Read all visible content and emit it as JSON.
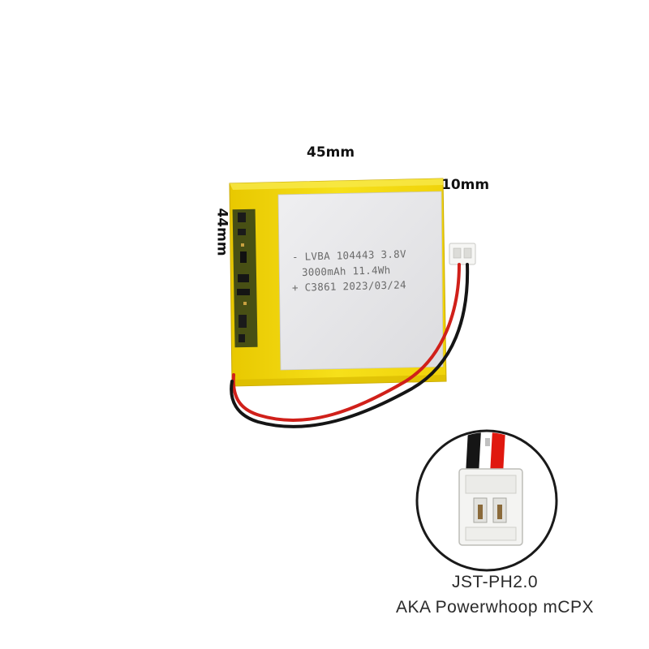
{
  "dimensions": {
    "width_label": "45mm",
    "height_label": "44mm",
    "thickness_label": "10mm"
  },
  "battery_label": {
    "line1": "- LVBA 104443 3.8V",
    "line2": "3000mAh 11.4Wh",
    "line3": "+ C3861 2023/03/24"
  },
  "caption": {
    "line1": "JST-PH2.0",
    "line2": "AKA Powerwhoop mCPX"
  },
  "colors": {
    "cell_yellow": "#f2d80a",
    "label_silver": "#e4e4e6",
    "wire_red": "#d0201a",
    "wire_black": "#151515",
    "connector_white": "#f4f4f2"
  }
}
